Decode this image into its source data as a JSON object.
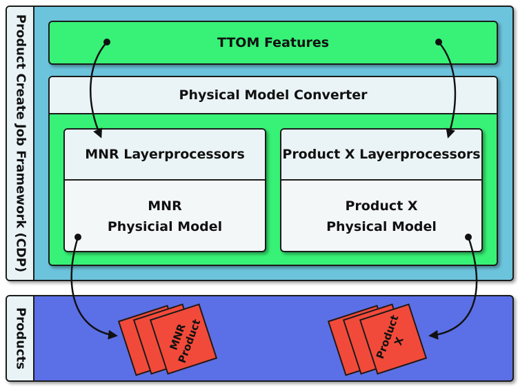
{
  "labels": {
    "framework": "Product Create Job Framework (CDP)",
    "products": "Products",
    "ttom": "TTOM Features",
    "converter": "Physical Model Converter",
    "mnr_layerproc": "MNR Layerprocessors",
    "mnr_model_line1": "MNR",
    "mnr_model_line2": "Physicial Model",
    "px_layerproc": "Product X Layerprocessors",
    "px_model_line1": "Product X",
    "px_model_line2": "Physical Model",
    "mnr_product_line1": "MNR",
    "mnr_product_line2": "Product",
    "px_product_line1": "Product",
    "px_product_line2": "X"
  },
  "colors": {
    "framework_bg": "#6cc3dc",
    "products_bg": "#5b6fe6",
    "label_bar_bg": "#e9f3f6",
    "green": "#37f276",
    "box_light": "#eaf3f5",
    "box_white": "#f4f7f8",
    "doc_red": "#f24a3a"
  }
}
